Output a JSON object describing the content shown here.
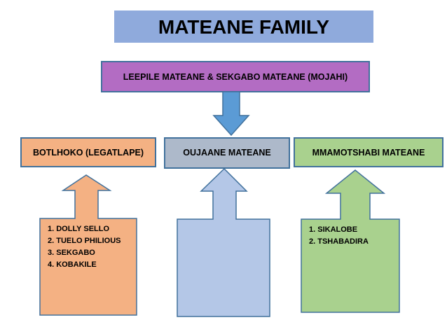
{
  "title": "MATEANE FAMILY",
  "parents": "LEEPILE MATEANE & SEKGABO MATEANE (MOJAHI)",
  "children": [
    {
      "name": "BOTLHOKO (LEGATLAPE)",
      "color": "#f4b183",
      "list": [
        "1. DOLLY SELLO",
        "2. TUELO PHILIOUS",
        "3. SEKGABO",
        "4. KOBAKILE"
      ]
    },
    {
      "name": "OUJAANE MATEANE",
      "color": "#adb9ca",
      "arrow_color": "#b4c7e7",
      "list": []
    },
    {
      "name": "MMAMOTSHABI MATEANE",
      "color": "#a9d18e",
      "list": [
        "1. SIKALOBE",
        "2. TSHABADIRA"
      ]
    }
  ],
  "colors": {
    "title_bg": "#8faadc",
    "parents_bg": "#b36cc3",
    "down_arrow": "#5b9bd5",
    "stroke": "#41719c"
  }
}
